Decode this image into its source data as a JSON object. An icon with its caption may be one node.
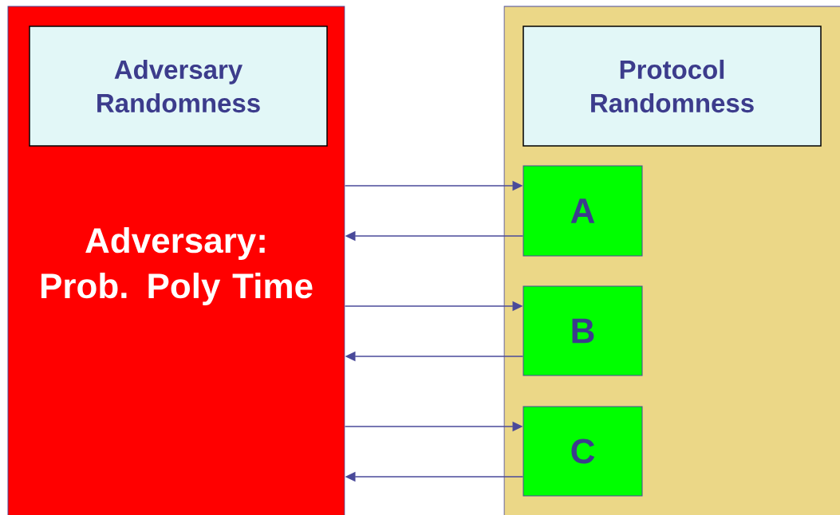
{
  "diagram": {
    "nodes": [
      {
        "text": [
          "Adversary: Prob. Poly Time"
        ]
      },
      {
        "text": [
          "Adversary Randomness"
        ],
        "in": 0
      },
      {
        "text": [],
        "shape": "box"
      },
      {
        "text": [
          "Protocol Randomness"
        ],
        "in": 2
      },
      {
        "text": [
          "A"
        ],
        "in": 2
      },
      {
        "text": [
          "B"
        ],
        "in": 2
      },
      {
        "text": [
          "C"
        ],
        "in": 2
      }
    ],
    "edges": [
      {
        "from": 0,
        "to": 4,
        "arrow": "to"
      },
      {
        "from": 4,
        "to": 0,
        "arrow": "to"
      },
      {
        "from": 0,
        "to": 5,
        "arrow": "to"
      },
      {
        "from": 5,
        "to": 0,
        "arrow": "to"
      },
      {
        "from": 0,
        "to": 6,
        "arrow": "to"
      },
      {
        "from": 6,
        "to": 0,
        "arrow": "to"
      }
    ]
  }
}
